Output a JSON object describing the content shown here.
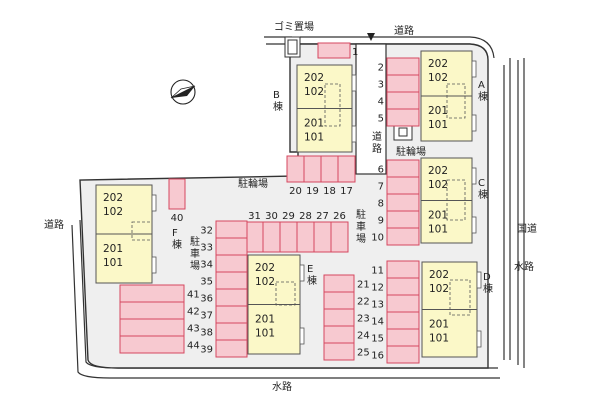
{
  "labels": {
    "gomi": "ゴミ置場",
    "road_top": "道路",
    "road_left": "道路",
    "road_center": "道路",
    "national_road": "国道",
    "waterway_bottom": "水路",
    "waterway_right": "水路",
    "bicycle_top": "駐輪場",
    "bicycle_left": "駐輪場",
    "parking_left": "駐車場",
    "parking_center": "駐車場"
  },
  "buildings": [
    {
      "key": "A",
      "label": "A棟",
      "rooms": [
        "202",
        "102",
        "201",
        "101"
      ]
    },
    {
      "key": "B",
      "label": "B棟",
      "rooms": [
        "202",
        "102",
        "201",
        "101"
      ]
    },
    {
      "key": "C",
      "label": "C棟",
      "rooms": [
        "202",
        "102",
        "201",
        "101"
      ]
    },
    {
      "key": "D",
      "label": "D棟",
      "rooms": [
        "202",
        "102",
        "201",
        "101"
      ]
    },
    {
      "key": "E",
      "label": "E棟",
      "rooms": [
        "202",
        "102",
        "201",
        "101"
      ]
    },
    {
      "key": "F",
      "label": "F棟",
      "rooms": [
        "202",
        "102",
        "201",
        "101"
      ]
    }
  ],
  "parking_spaces": [
    "1",
    "2",
    "3",
    "4",
    "5",
    "6",
    "7",
    "8",
    "9",
    "10",
    "11",
    "12",
    "13",
    "14",
    "15",
    "16",
    "17",
    "18",
    "19",
    "20",
    "21",
    "22",
    "23",
    "24",
    "25",
    "26",
    "27",
    "28",
    "29",
    "30",
    "31",
    "32",
    "33",
    "34",
    "35",
    "36",
    "37",
    "38",
    "39",
    "40",
    "41",
    "42",
    "43",
    "44"
  ],
  "colors": {
    "slot_fill": "#f7c9d0",
    "slot_stroke": "#d6475f",
    "building_fill": "#fbf8c8",
    "ground_fill": "#efefef"
  }
}
